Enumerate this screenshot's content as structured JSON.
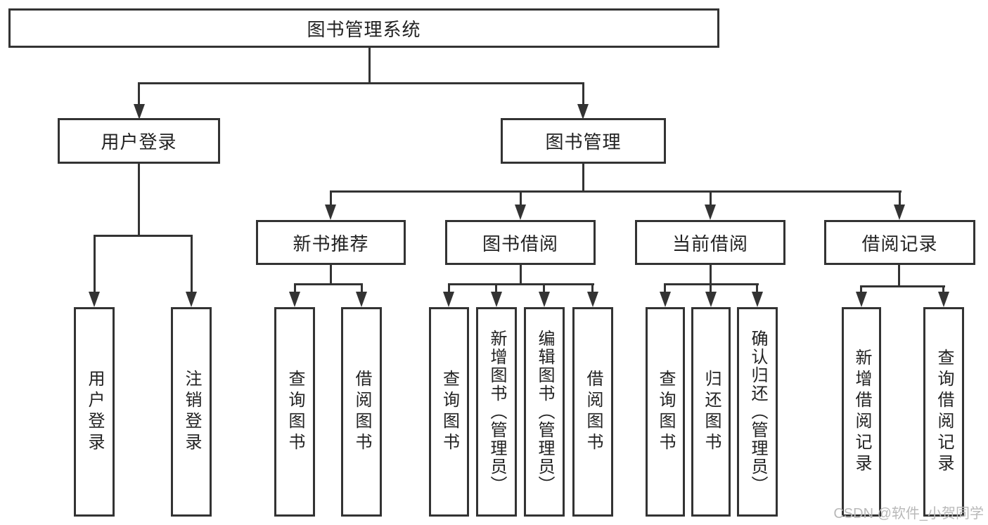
{
  "tree": {
    "root": "图书管理系统",
    "level2": [
      "用户登录",
      "图书管理"
    ],
    "level3": [
      "新书推荐",
      "图书借阅",
      "当前借阅",
      "借阅记录"
    ],
    "leaves": {
      "user_login": [
        "用户登录",
        "注销登录"
      ],
      "new_book": [
        "查询图书",
        "借阅图书"
      ],
      "book_borrow": [
        "查询图书",
        "新增图书（管理员）",
        "编辑图书（管理员）",
        "借阅图书"
      ],
      "current_borrow": [
        "查询图书",
        "归还图书",
        "确认归还（管理员）"
      ],
      "borrow_record": [
        "新增借阅记录",
        "查询借阅记录"
      ]
    }
  },
  "watermark": "CSDN @软件_小贺同学",
  "colors": {
    "line": "#333333",
    "text": "#222222",
    "watermark": "#b9b9b9",
    "background": "#ffffff"
  }
}
